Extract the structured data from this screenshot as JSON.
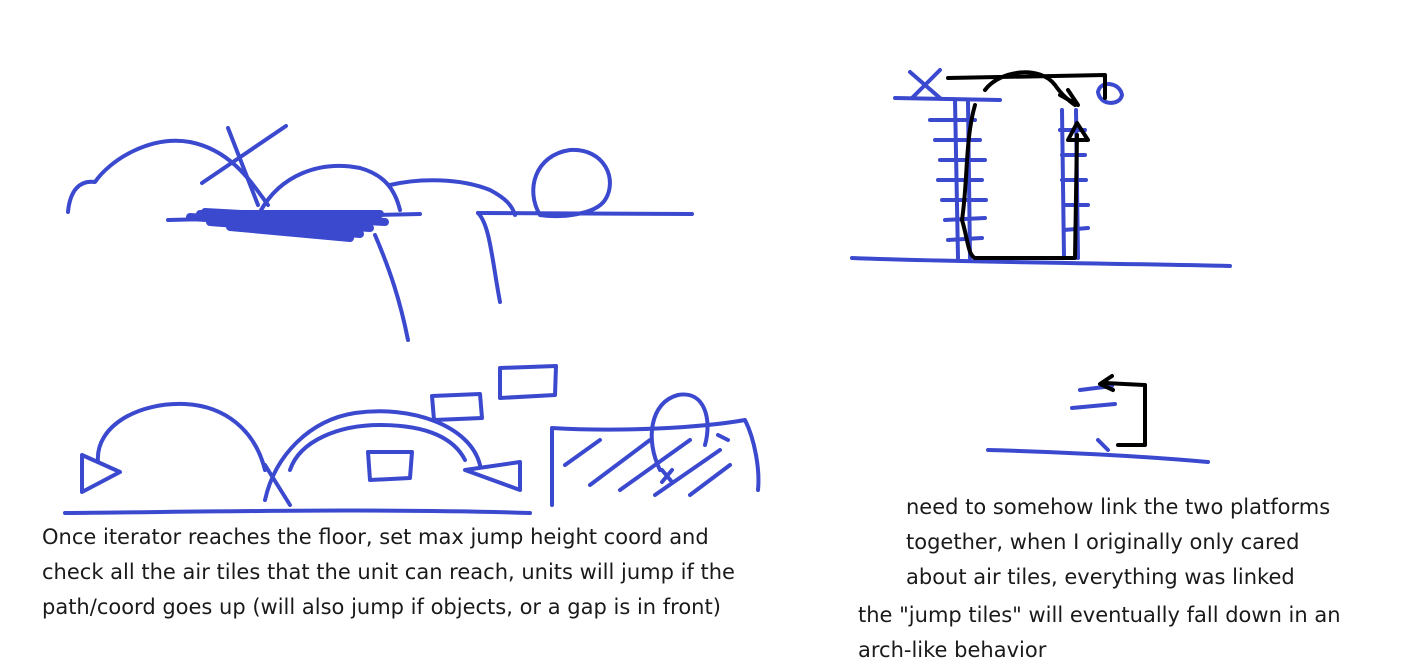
{
  "colors": {
    "blue_ink": "#3b49cf",
    "black_ink": "#000000",
    "background": "#ffffff"
  },
  "notes": {
    "left": "Once iterator reaches the floor, set max jump height coord and\ncheck all the air tiles that the unit can reach, units will jump if the\npath/coord goes up (will also jump if objects, or a gap is in front)",
    "right": "need to somehow link the two platforms\ntogether, when I originally only cared\nabout air tiles, everything was linked",
    "right_b": "the \"jump tiles\" will eventually fall down in an\narch-like behavior"
  }
}
